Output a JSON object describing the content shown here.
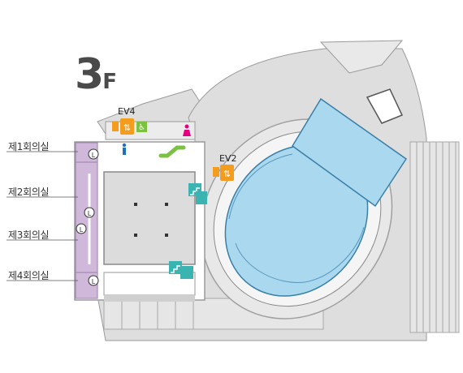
{
  "floor": {
    "number": "3",
    "suffix": "F"
  },
  "rooms": [
    {
      "label": "제1회의실"
    },
    {
      "label": "제2회의실"
    },
    {
      "label": "제3회의실"
    },
    {
      "label": "제4회의실"
    }
  ],
  "elevators": {
    "ev4": "EV4",
    "ev2": "EV2"
  },
  "lift_marker": "L",
  "colors": {
    "meeting_room": "#cfb8d9",
    "arena_blue": "#a9d8ef",
    "elevator_orange": "#f39c1e",
    "accessible_green": "#7cc142",
    "restroom_pink": "#e4007f",
    "restroom_blue": "#1f6fbf",
    "stairs_teal": "#3bb3b1",
    "wall_gray": "#c9c9c9"
  },
  "icons": [
    "elevator-icon",
    "accessible-icon",
    "restroom-women-icon",
    "restroom-men-icon",
    "stairs-icon",
    "escalator-icon",
    "lift-icon"
  ]
}
